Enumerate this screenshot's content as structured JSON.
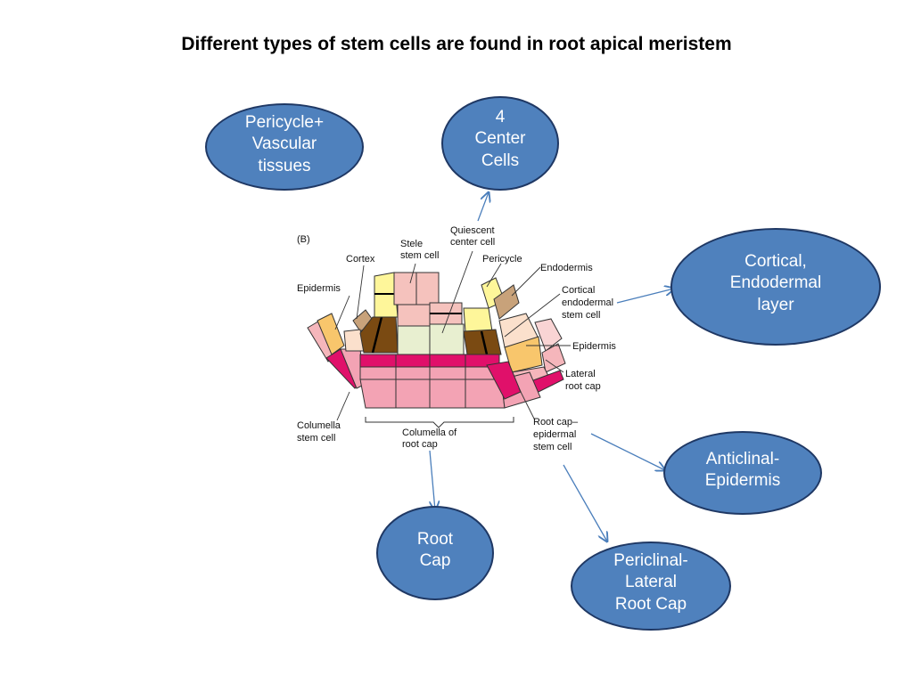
{
  "title": "Different types of stem cells are found in root apical meristem",
  "bubbles": {
    "pericycle": "Pericycle+\nVascular\ntissues",
    "center": "4\nCenter\nCells",
    "cortical": "Cortical,\nEndodermal\nlayer",
    "anticlinal": "Anticlinal-\nEpidermis",
    "rootcap": "Root\nCap",
    "periclinal": "Periclinal-\nLateral\nRoot Cap"
  },
  "figure": {
    "panel": "(B)",
    "labels": {
      "epidermis_left": "Epidermis",
      "cortex": "Cortex",
      "stele_1": "Stele",
      "stele_2": "stem cell",
      "quiescent_1": "Quiescent",
      "quiescent_2": "center cell",
      "pericycle": "Pericycle",
      "endodermis": "Endodermis",
      "cortical_1": "Cortical",
      "cortical_2": "endodermal",
      "cortical_3": "stem cell",
      "epidermis_right": "Epidermis",
      "lateral_1": "Lateral",
      "lateral_2": "root cap",
      "columella_1": "Columella",
      "columella_2": "stem cell",
      "columella_cap_1": "Columella of",
      "columella_cap_2": "root cap",
      "rootcap_ep_1": "Root cap–",
      "rootcap_ep_2": "epidermal",
      "rootcap_ep_3": "stem cell"
    }
  },
  "colors": {
    "bubble_fill": "#4f81bd",
    "bubble_border": "#1f3864",
    "arrow": "#4a7ebb",
    "magenta": "#e0106a",
    "brown": "#7a4a12",
    "yellow": "#fef69a",
    "pink": "#f5aeb0",
    "orange": "#f8c66c"
  }
}
